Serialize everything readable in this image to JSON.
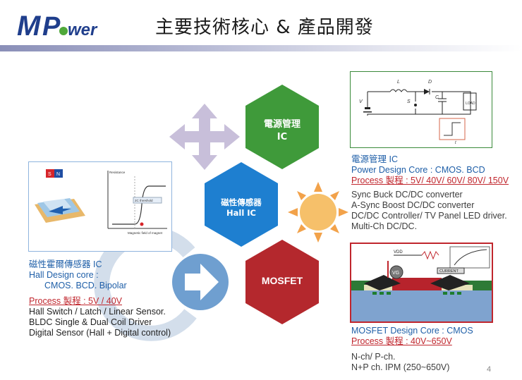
{
  "header": {
    "logo_text": "MPower",
    "title": "主要技術核心 & 產品開發"
  },
  "hexagons": {
    "power_ic": [
      "電源管理",
      "IC"
    ],
    "hall_ic": [
      "磁性傳感器",
      "Hall IC"
    ],
    "mosfet": "MOSFET"
  },
  "power": {
    "title": "電源管理  IC",
    "core": "Power Design Core : CMOS. BCD",
    "process": "Process 製程 : 5V/ 40V/ 60V/ 80V/ 150V",
    "features": [
      "Sync Buck DC/DC converter",
      "A-Sync Boost  DC/DC converter",
      "DC/DC Controller/ TV Panel LED driver.",
      "Multi-Ch DC/DC."
    ],
    "circuit_labels": {
      "l": "L",
      "d": "D",
      "v": "V",
      "s": "S",
      "c": "C",
      "load": "LOAD",
      "t": "t"
    }
  },
  "hall": {
    "title": "磁性霍爾傳感器  IC",
    "core": "Hall Design core :",
    "core2": "CMOS. BCD. Bipolar",
    "process": "Process 製程 : 5V / 40V",
    "features": [
      "Hall Switch / Latch / Linear Sensor.",
      "BLDC Single & Dual Coil Driver",
      "Digital Sensor (Hall + Digital control)"
    ],
    "diagram_labels": {
      "s": "S",
      "n": "N",
      "resistance": "Resistance",
      "threshold": "2C threshold",
      "xaxis": "Magnetic field of magnet"
    }
  },
  "mosfet": {
    "core": "MOSFET Design Core : CMOS",
    "process": "Process 製程 : 40V~650V",
    "features": [
      "N-ch/ P-ch.",
      "N+P ch. IPM (250~650V)"
    ],
    "diagram_labels": {
      "vdd": "VDD",
      "vg": "VG",
      "current": "CURRENT"
    }
  },
  "page_number": "4",
  "colors": {
    "green_hex": "#3f9a3a",
    "blue_hex": "#1e7fd0",
    "red_hex": "#b4282d",
    "accent_red": "#c0262d",
    "accent_blue": "#1f5fa8"
  }
}
